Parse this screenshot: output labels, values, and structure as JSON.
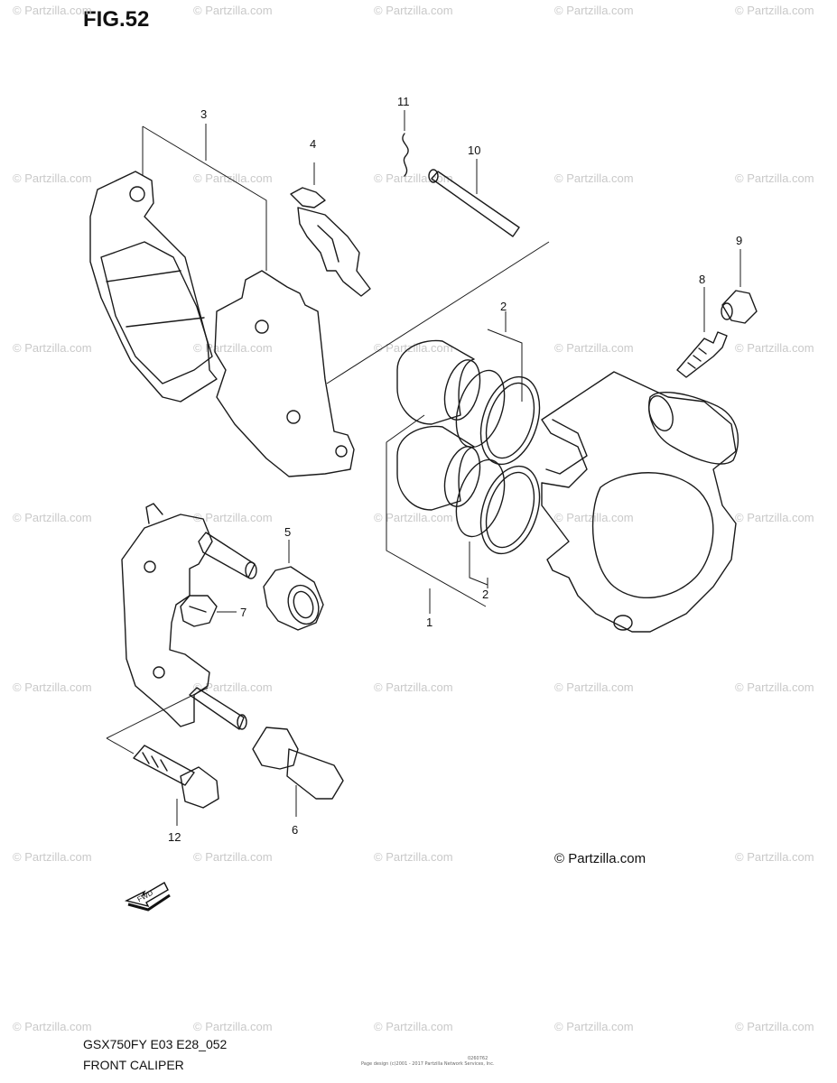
{
  "figure_label": "FIG.52",
  "watermark_text": "© Partzilla.com",
  "copyright_text": "© Partzilla.com",
  "model_code": "GSX750FY E03 E28_052",
  "caption": "FRONT CALIPER",
  "small_print": "Page design (c)2001 - 2017 Partzilla Network Services, Inc.",
  "small_code": "0260762",
  "fwd_label": "FWD",
  "callouts": {
    "c1": "1",
    "c2a": "2",
    "c2b": "2",
    "c3": "3",
    "c4": "4",
    "c5": "5",
    "c6": "6",
    "c7": "7",
    "c8": "8",
    "c9": "9",
    "c10": "10",
    "c11": "11",
    "c12": "12"
  }
}
